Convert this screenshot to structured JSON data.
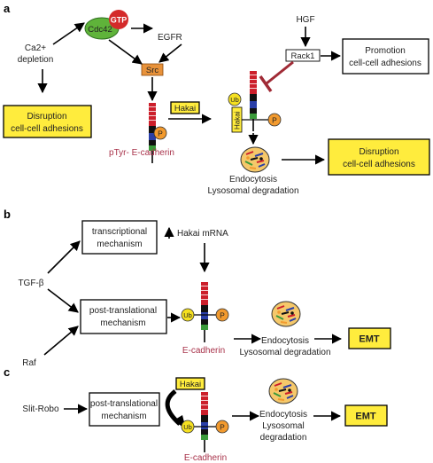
{
  "panels": {
    "a": "a",
    "b": "b",
    "c": "c"
  },
  "a": {
    "gtp": "GTP",
    "cdc42": "Cdc42",
    "egfr": "EGFR",
    "ca2_line1": "Ca2+",
    "ca2_line2": "depletion",
    "src": "Src",
    "hakai_label": "Hakai",
    "hakai_rot": "Hakai",
    "ptyr": "pTyr- E-cadherin",
    "hgf": "HGF",
    "rack1": "Rack1",
    "promotion_line1": "Promotion",
    "promotion_line2": "cell-cell adhesions",
    "disruption_left_line1": "Disruption",
    "disruption_left_line2": "cell-cell adhesions",
    "disruption_right_line1": "Disruption",
    "disruption_right_line2": "cell-cell adhesions",
    "endo_line1": "Endocytosis",
    "endo_line2": "Lysosomal degradation",
    "ub": "Ub",
    "p": "P"
  },
  "b": {
    "transcriptional_line1": "transcriptional",
    "transcriptional_line2": "mechanism",
    "hakai_mrna": "Hakai mRNA",
    "tgf": "TGF-β",
    "raf": "Raf",
    "posttrans_line1": "post-translational",
    "posttrans_line2": "mechanism",
    "ecadherin": "E-cadherin",
    "endo_line1": "Endocytosis",
    "endo_line2": "Lysosomal degradation",
    "emt": "EMT",
    "ub": "Ub",
    "p": "P"
  },
  "c": {
    "slit_robo": "Slit-Robo",
    "posttrans_line1": "post-translational",
    "posttrans_line2": "mechanism",
    "hakai": "Hakai",
    "ecadherin": "E-cadherin",
    "endo_line1": "Endocytosis",
    "endo_line2": "Lysosomal",
    "endo_line3": "degradation",
    "emt": "EMT",
    "ub": "Ub",
    "p": "P"
  },
  "colors": {
    "highlight_yellow": "#ffec3d",
    "gtp_red": "#d42a2a",
    "cdc42_green": "#5fb33a",
    "src_orange": "#e8923a",
    "cadherin_red": "#cc1f2b",
    "cadherin_blue": "#2a3fa8",
    "cadherin_green": "#3a9a3a",
    "p_orange": "#f29a2e",
    "ub_yellow": "#f5e020",
    "inhibit_red": "#a02a35",
    "label_maroon": "#a8324a"
  }
}
